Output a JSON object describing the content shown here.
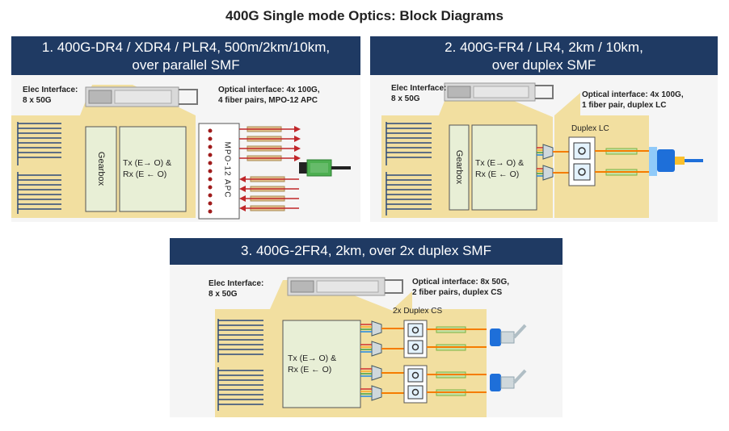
{
  "title": "400G Single mode Optics: Block Diagrams",
  "panel1": {
    "heading_line1": "1. 400G-DR4 / XDR4 / PLR4, 500m/2km/10km,",
    "heading_line2": "over parallel SMF",
    "elec_line1": "Elec Interface:",
    "elec_line2": "8 x 50G",
    "optical_line1": "Optical interface: 4x 100G,",
    "optical_line2": "4 fiber pairs, MPO-12 APC",
    "gearbox": "Gearbox",
    "txrx_line1": "Tx (E→ O) &",
    "txrx_line2": "Rx (E ← O)",
    "connector": "MPO-12 APC"
  },
  "panel2": {
    "heading_line1": "2. 400G-FR4 / LR4, 2km / 10km,",
    "heading_line2": "over duplex SMF",
    "elec_line1": "Elec Interface:",
    "elec_line2": "8 x 50G",
    "optical_line1": "Optical interface: 4x 100G,",
    "optical_line2": "1 fiber pair, duplex LC",
    "gearbox": "Gearbox",
    "txrx_line1": "Tx (E→ O) &",
    "txrx_line2": "Rx (E ← O)",
    "connector": "Duplex LC"
  },
  "panel3": {
    "heading": "3. 400G-2FR4, 2km, over 2x duplex SMF",
    "elec_line1": "Elec Interface:",
    "elec_line2": "8 x 50G",
    "optical_line1": "Optical interface: 8x 50G,",
    "optical_line2": "2 fiber pairs, duplex CS",
    "txrx_line1": "Tx (E→ O) &",
    "txrx_line2": "Rx (E ← O)",
    "connector": "2x Duplex CS"
  },
  "colors": {
    "header_bg": "#1f3a63",
    "header_text": "#ffffff",
    "panel_bg": "#f5f5f5",
    "highlight": "#f2dfa0",
    "block_fill": "#e8efd6",
    "signal_lines": "#2c4a7a",
    "fiber_arrows": "#c0262a",
    "mpo_connector": "#4caf50",
    "lc_connector": "#1e6fd9"
  }
}
